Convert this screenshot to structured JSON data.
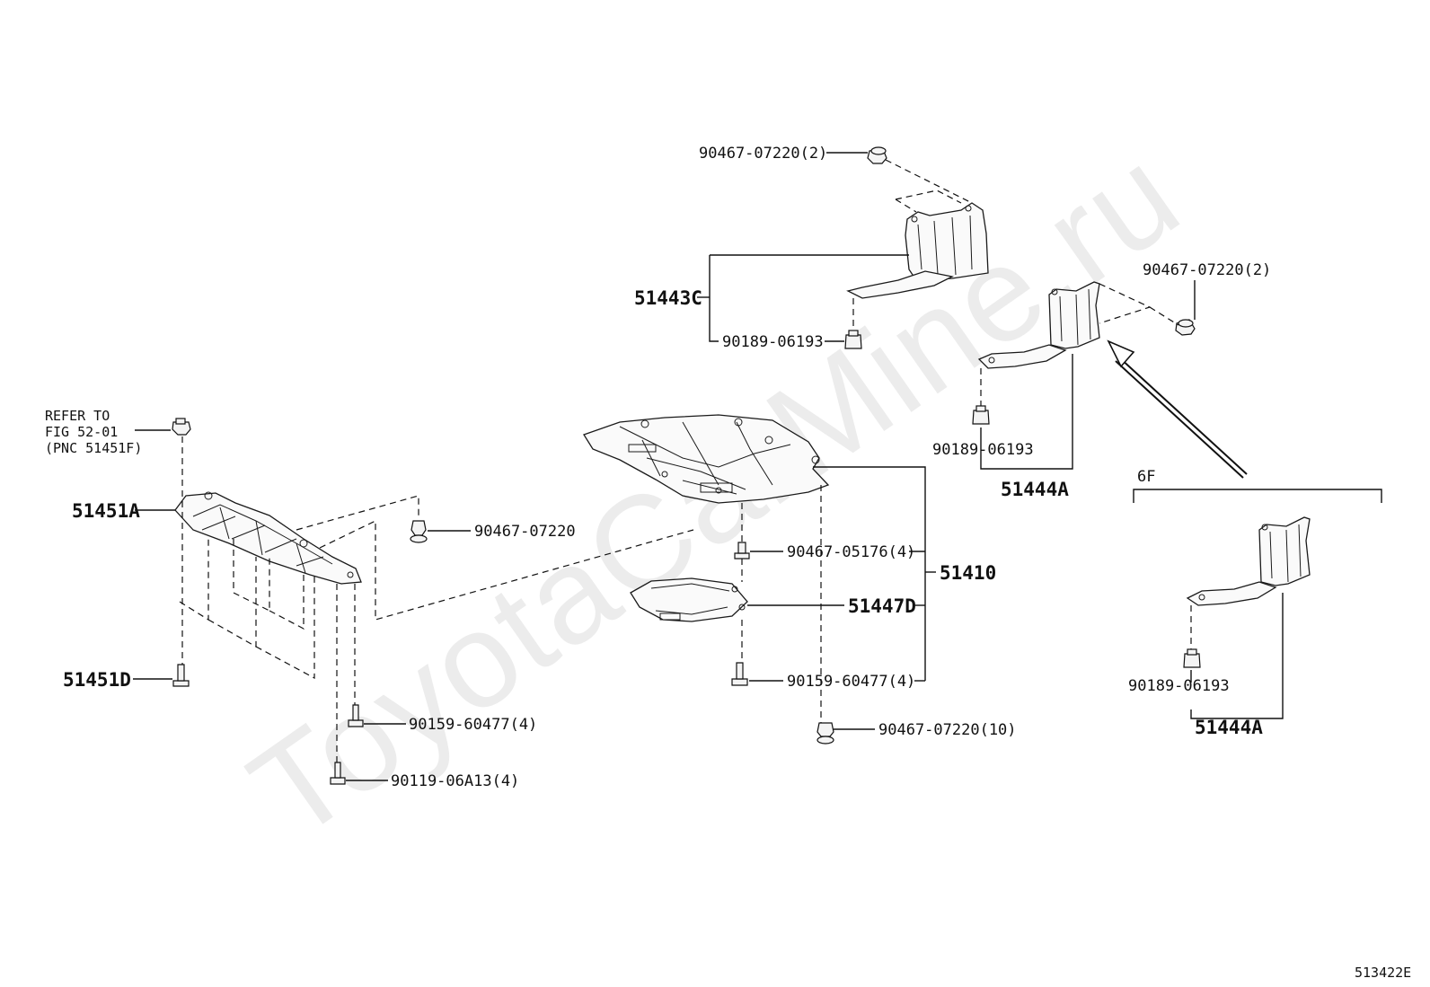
{
  "watermark": "ToyotaCarMine.ru",
  "figure_number": "513422E",
  "labels": {
    "refer_line1": "REFER TO",
    "refer_line2": "FIG 52-01",
    "refer_line3": "(PNC 51451F)",
    "p51451A": "51451A",
    "p51451D": "51451D",
    "f90467_07220": "90467-07220",
    "f90159_60477_left": "90159-60477(4)",
    "f90119_06A13": "90119-06A13(4)",
    "f90467_07220_top": "90467-07220(2)",
    "p51443C": "51443C",
    "f90189_06193_top": "90189-06193",
    "f90467_05176": "90467-05176(4)",
    "p51410": "51410",
    "p51447D": "51447D",
    "f90159_60477_mid": "90159-60477(4)",
    "f90467_07220_10": "90467-07220(10)",
    "f90467_07220_right": "90467-07220(2)",
    "f90189_06193_right": "90189-06193",
    "p51444A_upper": "51444A",
    "variant_6F": "6F",
    "f90189_06193_lower": "90189-06193",
    "p51444A_lower": "51444A"
  }
}
